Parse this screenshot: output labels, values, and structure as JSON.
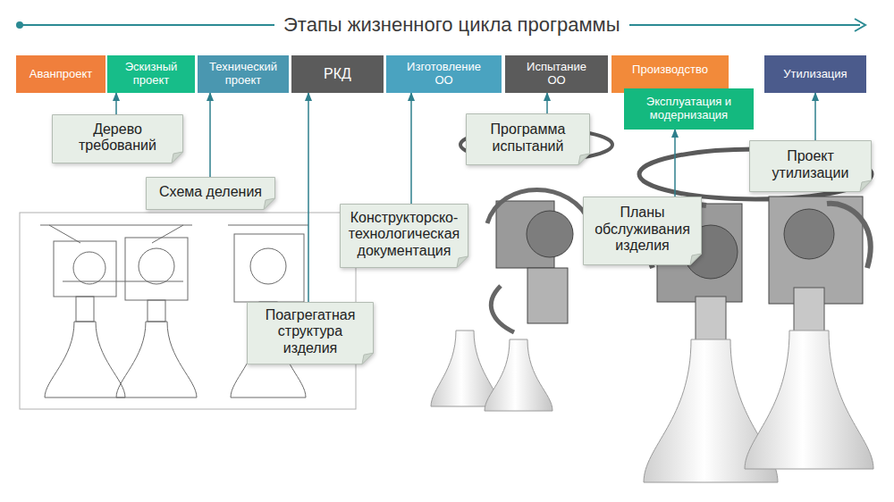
{
  "diagram": {
    "title": "Этапы жизненного цикла программы",
    "nodes": [
      {
        "text": [
          "Аванпроект"
        ]
      },
      {
        "text": [
          "Эскизный проект"
        ]
      },
      {
        "text": [
          "Технический проект"
        ]
      },
      {
        "text": [
          "РКД"
        ]
      },
      {
        "text": [
          "Изготовление ОО"
        ]
      },
      {
        "text": [
          "Испытание ОО"
        ]
      },
      {
        "text": [
          "Производство"
        ]
      },
      {
        "text": [
          "Эксплуатация и модернизация"
        ]
      },
      {
        "text": [
          "Утилизация"
        ]
      },
      {
        "text": [
          "Дерево требований"
        ]
      },
      {
        "text": [
          "Схема деления"
        ]
      },
      {
        "text": [
          "Поагрегатная структура изделия"
        ]
      },
      {
        "text": [
          "Конструкторско-технологическая документация"
        ]
      },
      {
        "text": [
          "Программа испытаний"
        ]
      },
      {
        "text": [
          "Планы обслуживания изделия"
        ]
      },
      {
        "text": [
          "Проект утилизации"
        ]
      }
    ],
    "edges": [
      {
        "from": 9,
        "to": 1,
        "arrow": "to"
      },
      {
        "from": 10,
        "to": 2,
        "arrow": "to"
      },
      {
        "from": 11,
        "to": 3,
        "arrow": "to"
      },
      {
        "from": 12,
        "to": 4,
        "arrow": "to"
      },
      {
        "from": 13,
        "to": 5,
        "arrow": "to"
      },
      {
        "from": 14,
        "to": 7,
        "arrow": "to"
      },
      {
        "from": 15,
        "to": 8,
        "arrow": "to"
      }
    ]
  }
}
